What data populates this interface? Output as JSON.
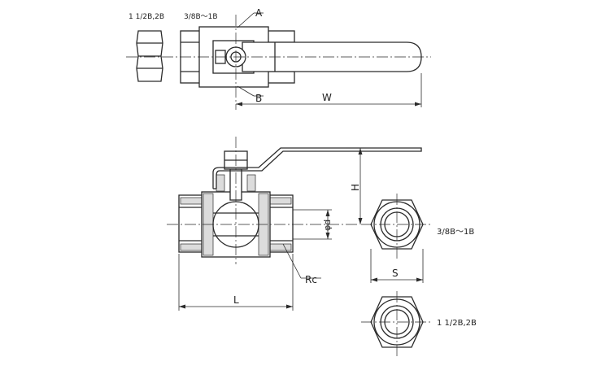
{
  "diagram": {
    "top_view": {
      "size_label_large": "1 1/2B,2B",
      "size_label_small": "3/8B～1B",
      "callout_a": "A",
      "callout_b": "B",
      "dim_w": "W"
    },
    "front_view": {
      "dim_h": "H",
      "dim_l": "L",
      "dim_bore": "φd",
      "thread_label": "Rc"
    },
    "end_views": {
      "dim_s": "S",
      "upper_size_label": "3/8B～1B",
      "lower_size_label": "1 1/2B,2B"
    }
  }
}
